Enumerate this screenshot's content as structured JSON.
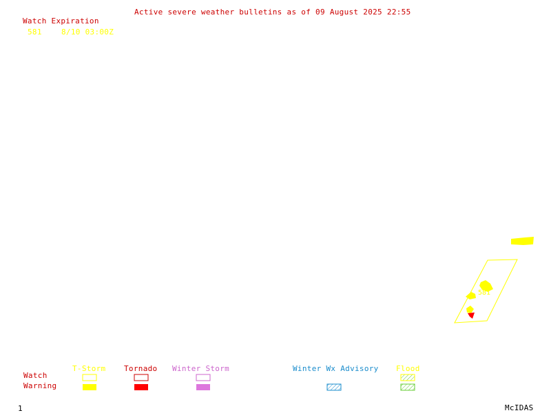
{
  "header": {
    "title": "Active severe weather bulletins as of 09 August 2025 22:55"
  },
  "watch_list": {
    "heading": "Watch Expiration",
    "rows": [
      {
        "number": "581",
        "expiration": "8/10 03:00Z"
      }
    ]
  },
  "map": {
    "watch_label": "581"
  },
  "legend": {
    "row_labels": {
      "watch": "Watch",
      "warning": "Warning"
    },
    "categories": [
      {
        "name": "T-Storm",
        "color": "#ffff00"
      },
      {
        "name": "Tornado",
        "color": "#ff0000"
      },
      {
        "name": "Winter Storm",
        "color": "#cc66cc"
      },
      {
        "name": "Winter Wx Advisory",
        "color": "#1a8ccc"
      },
      {
        "name": "Flood",
        "color": "#ffff00"
      }
    ]
  },
  "footer": {
    "frame_number": "1",
    "brand": "McIDAS"
  },
  "colors": {
    "title_red": "#cc0000",
    "tstorm_yellow": "#ffff00",
    "tornado_red": "#ff0000",
    "winter_magenta": "#cc66cc",
    "advisory_blue": "#1a8ccc",
    "flood_green": "#66cc33"
  }
}
